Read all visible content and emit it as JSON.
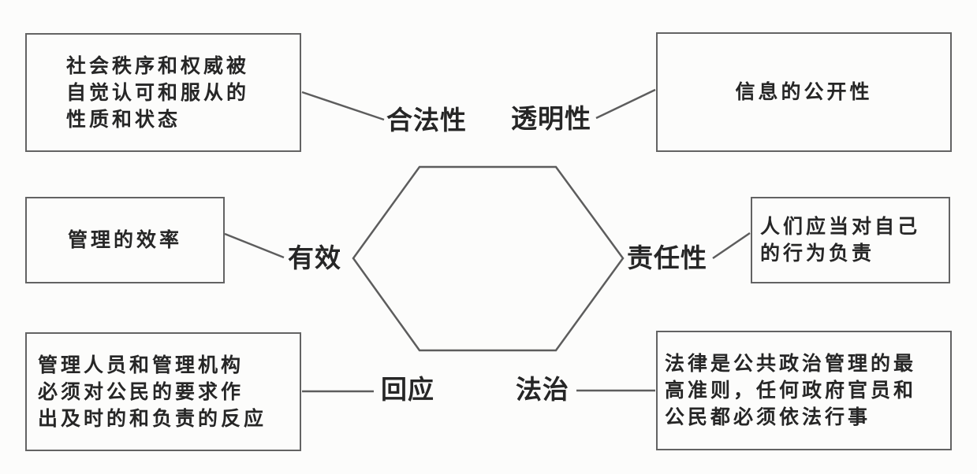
{
  "diagram": {
    "type": "concept-diagram",
    "center_shape": "hexagon",
    "center_text": "",
    "colors": {
      "background": "#fcfcfb",
      "box_border": "#636363",
      "connector_line": "#5d5d5d",
      "text": "#262626"
    },
    "nodes": [
      {
        "id": "legitimacy",
        "position": "top-left",
        "label": "合法性",
        "description": "社会秩序和权威被\n自觉认可和服从的\n性质和状态"
      },
      {
        "id": "transparency",
        "position": "top-right",
        "label": "透明性",
        "description": "信息的公开性"
      },
      {
        "id": "effectiveness",
        "position": "middle-left",
        "label": "有效",
        "description": "管理的效率"
      },
      {
        "id": "accountability",
        "position": "middle-right",
        "label": "责任性",
        "description": "人们应当对自己\n的行为负责"
      },
      {
        "id": "responsiveness",
        "position": "bottom-left",
        "label": "回应",
        "description": "管理人员和管理机构\n必须对公民的要求作\n出及时的和负责的反应"
      },
      {
        "id": "rule_of_law",
        "position": "bottom-right",
        "label": "法治",
        "description": "法律是公共政治管理的最\n高准则，任何政府官员和\n公民都必须依法行事"
      }
    ]
  }
}
